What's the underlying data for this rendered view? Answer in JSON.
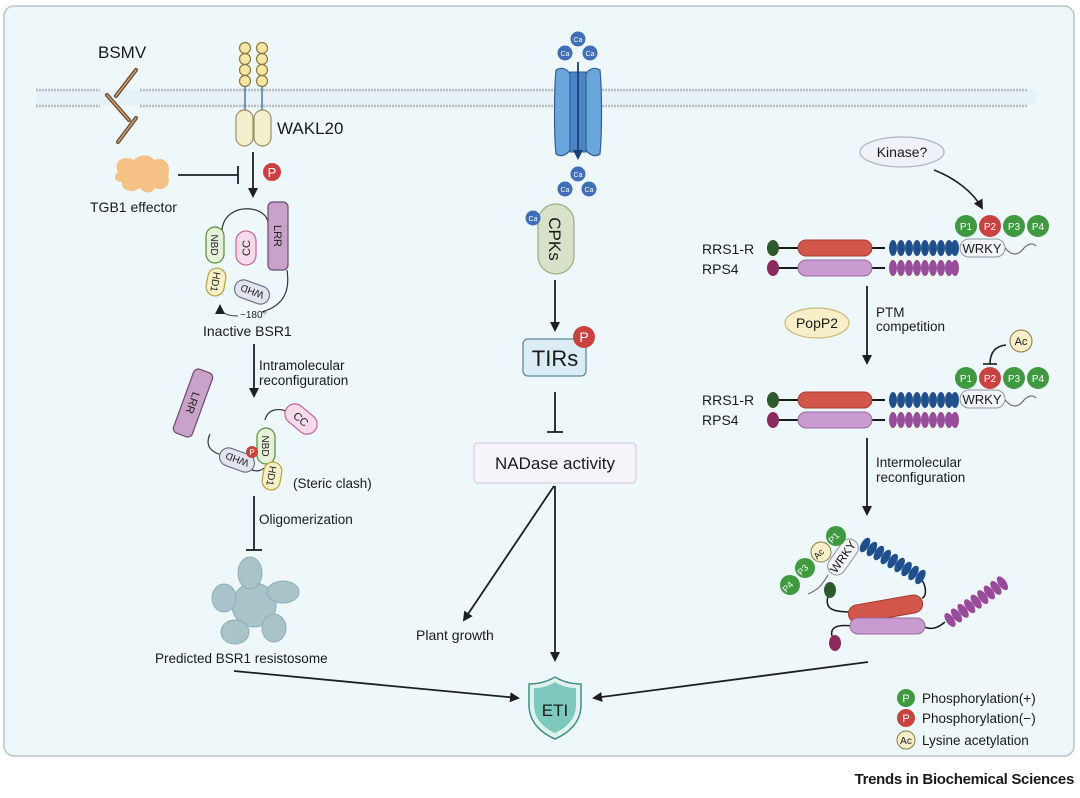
{
  "figure": {
    "footer": "Trends in Biochemical Sciences",
    "colors": {
      "panel_bg": "#eef8fb",
      "panel_border": "#b8c6c9",
      "phospho_plus": "#3f9a3f",
      "phospho_minus": "#c8423f",
      "acetyl": "#f6efc8",
      "calcium": "#3f6fb6",
      "eti_shield": "#6fc1b5"
    }
  },
  "left_pathway": {
    "virus_label": "BSMV",
    "receptor_label": "WAKL20",
    "effector_label": "TGB1 effector",
    "phospho_badge": "P",
    "inactive": {
      "domains": [
        "NBD",
        "CC",
        "LRR",
        "HD1",
        "WHD"
      ],
      "rotation_label": "~180°",
      "title": "Inactive BSR1"
    },
    "step1_label_line1": "Intramolecular",
    "step1_label_line2": "reconfiguration",
    "active": {
      "domains": [
        "LRR",
        "CC",
        "NBD",
        "WHD",
        "HD1"
      ],
      "phospho_badge": "P",
      "clash_label": "(Steric clash)"
    },
    "step2_label": "Oligomerization",
    "resistosome_label": "Predicted BSR1 resistosome"
  },
  "center_pathway": {
    "ion": "Ca",
    "kinase_label": "CPKs",
    "tir_label": "TIRs",
    "tir_badge": "P",
    "nadase_label": "NADase activity",
    "growth_label": "Plant growth",
    "eti_label": "ETI"
  },
  "right_pathway": {
    "kinase_label": "Kinase?",
    "rrs1_label": "RRS1-R",
    "rps4_label": "RPS4",
    "wrky_label": "WRKY",
    "sites": [
      "P1",
      "P2",
      "P3",
      "P4"
    ],
    "effector_label": "PopP2",
    "step1_label_line1": "PTM",
    "step1_label_line2": "competition",
    "acetyl_label": "Ac",
    "step2_label_line1": "Intermolecular",
    "step2_label_line2": "reconfiguration",
    "final_sites": [
      "P4",
      "P3",
      "Ac",
      "P1"
    ]
  },
  "legend": [
    {
      "badge": "P",
      "label": "Phosphorylation(+)",
      "color": "#3f9a3f"
    },
    {
      "badge": "P",
      "label": "Phosphorylation(−)",
      "color": "#c8423f"
    },
    {
      "badge": "Ac",
      "label": "Lysine acetylation",
      "color": "#f6efc8"
    }
  ]
}
